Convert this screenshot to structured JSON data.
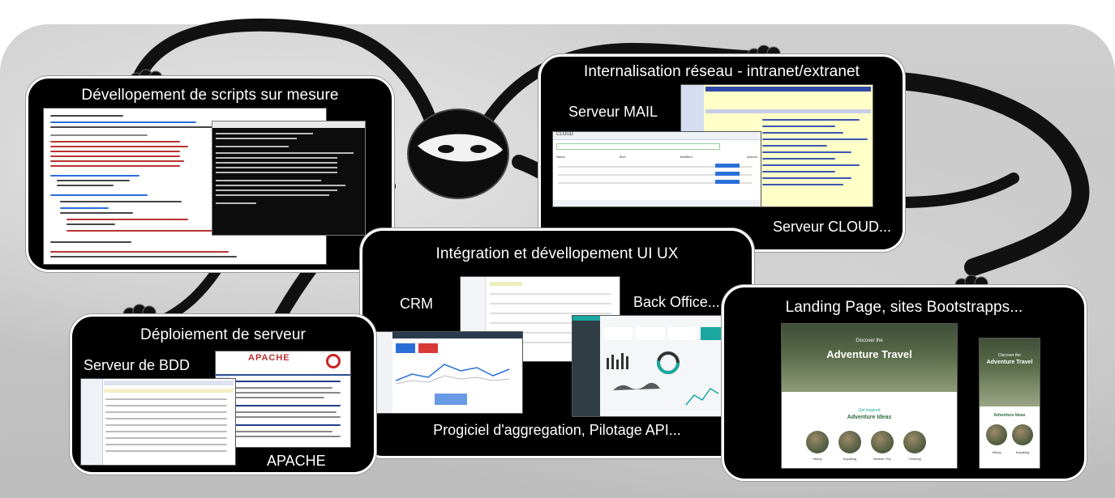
{
  "panels": {
    "scripts": {
      "title": "Dévellopement de scripts sur mesure"
    },
    "network": {
      "title": "Internalisation réseau - intranet/extranet",
      "mail_label": "Serveur MAIL",
      "cloud_label": "Serveur CLOUD...",
      "cloud_app_name": "CLOUD",
      "cloud_columns": [
        "Name",
        "Size",
        "Modified",
        "Actions"
      ]
    },
    "ui": {
      "title": "Intégration et dévellopement UI UX",
      "crm_label": "CRM",
      "backoffice_label": "Back Office...",
      "footer": "Progiciel d'aggregation, Pilotage API..."
    },
    "server": {
      "title": "Déploiement de serveur",
      "db_label": "Serveur de BDD",
      "apache_label": "APACHE",
      "apache_logo": "APACHE"
    },
    "landing": {
      "title": "Landing Page, sites Bootstrapps...",
      "site_title": "Adventure Travel",
      "site_subtitle": "Discover the",
      "ideas_subtitle": "Get inspired",
      "ideas_title": "Adventure Ideas",
      "ideas_items": [
        "Hiking",
        "Kayaking",
        "Boulder Trip",
        "Climbing"
      ]
    }
  },
  "colors": {
    "panel_bg": "#000000",
    "panel_border": "#ffffff",
    "accent_blue": "#2a6fd8",
    "accent_teal": "#19a7a0",
    "apache_red": "#c03030"
  }
}
